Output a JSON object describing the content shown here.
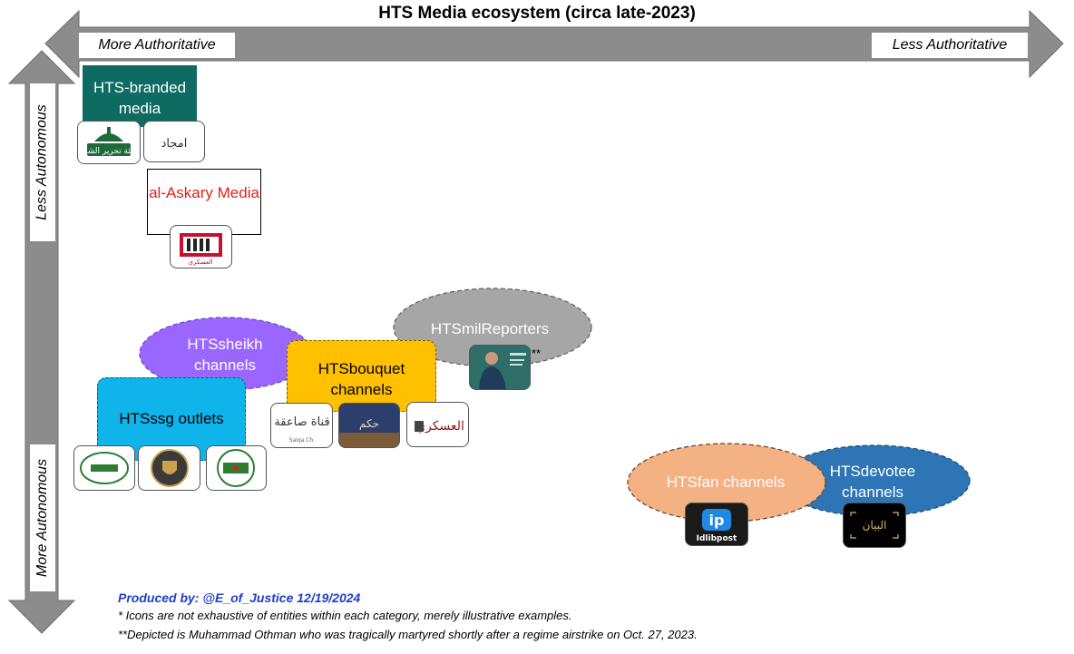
{
  "title": "HTS Media ecosystem (circa late-2023)",
  "axes": {
    "horizontal_left": "More Authoritative",
    "horizontal_right": "Less Authoritative",
    "vertical_top": "Less Autonomous",
    "vertical_bottom": "More Autonomous"
  },
  "categories": {
    "hts_branded": "HTS-branded media",
    "al_askary": "al-Askary Media",
    "sheikh": "HTSsheikh channels",
    "bouquet": "HTSbouquet channels",
    "mil_reporters": "HTSmilReporters",
    "ssg": "HTSssg outlets",
    "fan": "HTSfan channels",
    "devotee": "HTSdevotee channels"
  },
  "icons": {
    "hts_logo": "هيئة تحرير الشام",
    "amjad_logo": "امجاد",
    "askary_logo": "العسكري",
    "qanat_logo": "قناة صاعقة",
    "qanat_sub": "Saiqa Ch.",
    "bouquet2_logo": "حكم",
    "askary2_logo": "العسكري",
    "idlib_post_mark": "ip",
    "idlib_post_text": "Idlibpost",
    "devotee_logo": "البيان",
    "mil_reporter_marker": "**"
  },
  "colors": {
    "hts_branded": "#0e6b62",
    "al_askary_text": "#e0201b",
    "sheikh": "#9966ff",
    "bouquet": "#ffc000",
    "mil_reporters": "#a6a6a6",
    "ssg": "#0eb4ea",
    "fan": "#f4b183",
    "devotee": "#2e75b6",
    "arrow": "#8c8c8c",
    "credit": "#1f3fc8"
  },
  "footer": {
    "credit": "Produced by: @E_of_Justice 12/19/2024",
    "note1": "* Icons are not exhaustive of entities within each category, merely illustrative examples.",
    "note2": "**Depicted is Muhammad Othman who was tragically martyred shortly after a regime airstrike on Oct. 27, 2023."
  }
}
